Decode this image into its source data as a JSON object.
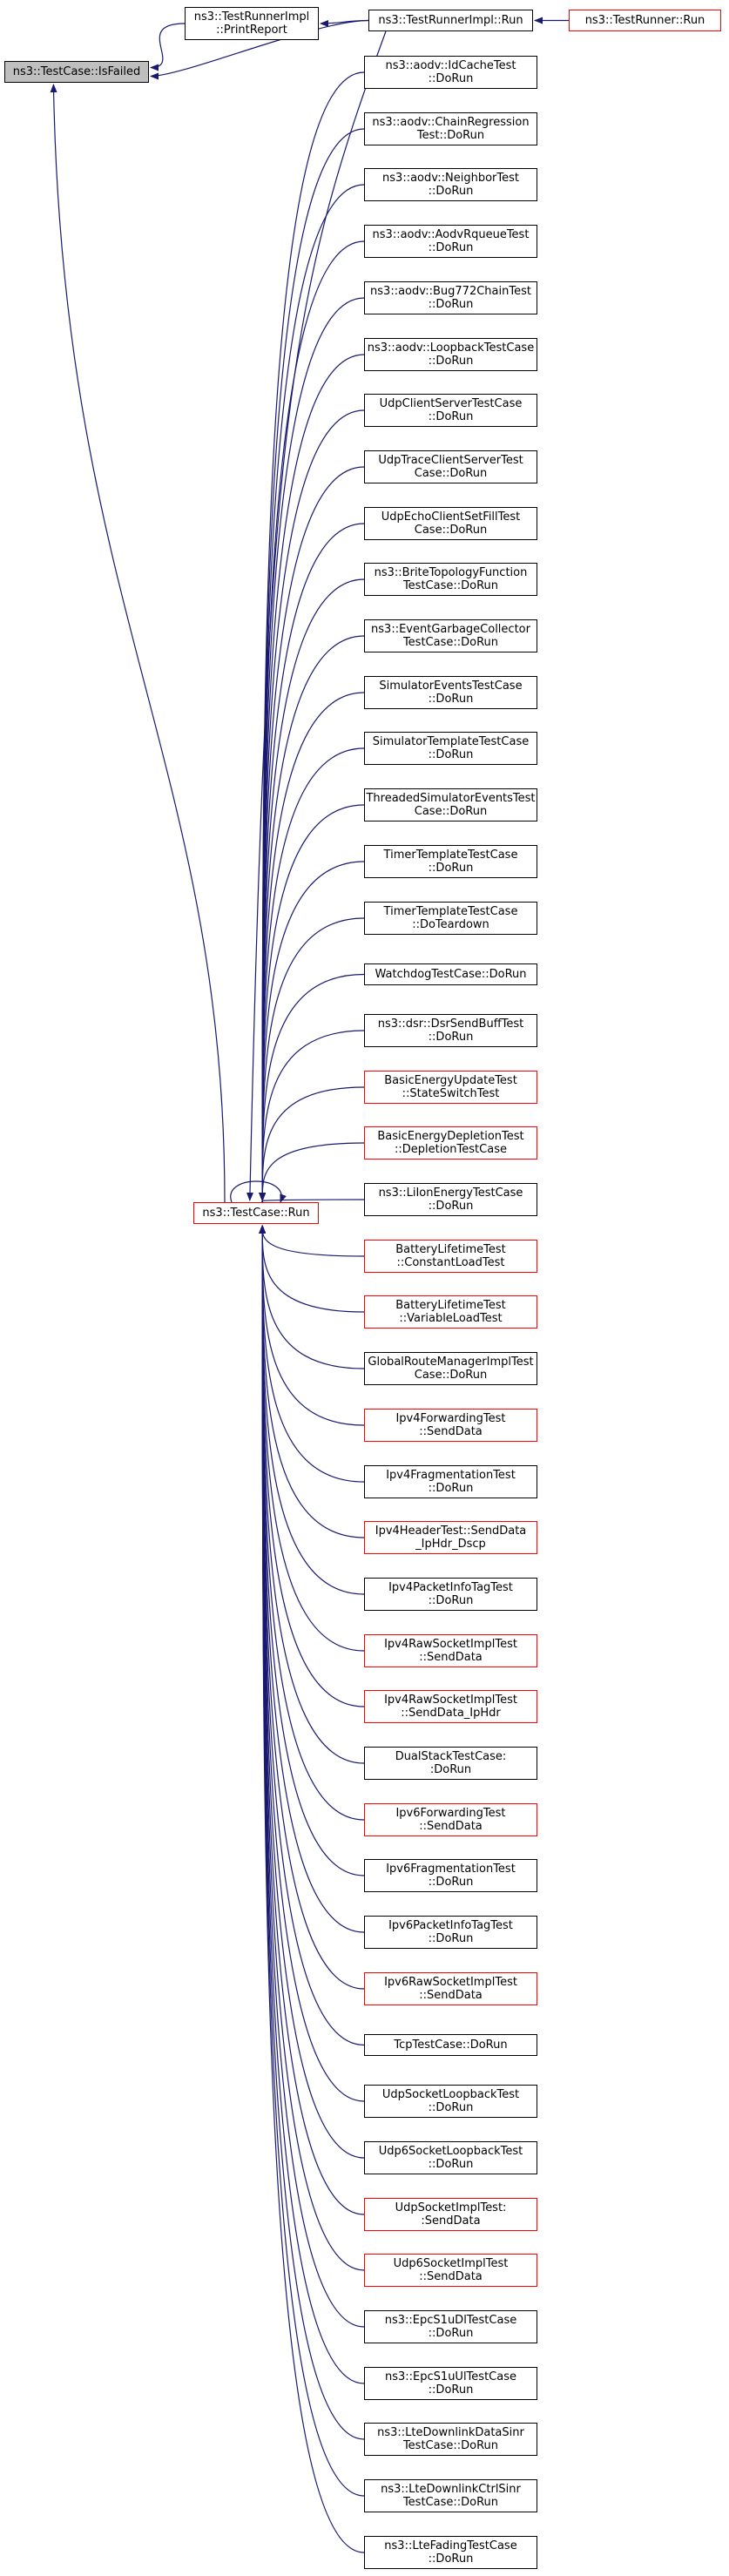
{
  "graph": {
    "edge_color": "#191970",
    "nodes": [
      {
        "id": "is_failed",
        "lines": [
          "ns3::TestCase::IsFailed"
        ],
        "root": true
      },
      {
        "id": "print_report",
        "lines": [
          "ns3::TestRunnerImpl",
          "::PrintReport"
        ]
      },
      {
        "id": "runner_impl_run",
        "lines": [
          "ns3::TestRunnerImpl::Run"
        ]
      },
      {
        "id": "test_runner_run",
        "lines": [
          "ns3::TestRunner::Run"
        ],
        "red": true
      },
      {
        "id": "test_case_run",
        "lines": [
          "ns3::TestCase::Run"
        ],
        "red": true
      },
      {
        "id": "c01",
        "lines": [
          "ns3::aodv::IdCacheTest",
          "::DoRun"
        ]
      },
      {
        "id": "c02",
        "lines": [
          "ns3::aodv::ChainRegression",
          "Test::DoRun"
        ]
      },
      {
        "id": "c03",
        "lines": [
          "ns3::aodv::NeighborTest",
          "::DoRun"
        ]
      },
      {
        "id": "c04",
        "lines": [
          "ns3::aodv::AodvRqueueTest",
          "::DoRun"
        ]
      },
      {
        "id": "c05",
        "lines": [
          "ns3::aodv::Bug772ChainTest",
          "::DoRun"
        ]
      },
      {
        "id": "c06",
        "lines": [
          "ns3::aodv::LoopbackTestCase",
          "::DoRun"
        ]
      },
      {
        "id": "c07",
        "lines": [
          "UdpClientServerTestCase",
          "::DoRun"
        ]
      },
      {
        "id": "c08",
        "lines": [
          "UdpTraceClientServerTest",
          "Case::DoRun"
        ]
      },
      {
        "id": "c09",
        "lines": [
          "UdpEchoClientSetFillTest",
          "Case::DoRun"
        ]
      },
      {
        "id": "c10",
        "lines": [
          "ns3::BriteTopologyFunction",
          "TestCase::DoRun"
        ]
      },
      {
        "id": "c11",
        "lines": [
          "ns3::EventGarbageCollector",
          "TestCase::DoRun"
        ]
      },
      {
        "id": "c12",
        "lines": [
          "SimulatorEventsTestCase",
          "::DoRun"
        ]
      },
      {
        "id": "c13",
        "lines": [
          "SimulatorTemplateTestCase",
          "::DoRun"
        ]
      },
      {
        "id": "c14",
        "lines": [
          "ThreadedSimulatorEventsTest",
          "Case::DoRun"
        ]
      },
      {
        "id": "c15",
        "lines": [
          "TimerTemplateTestCase",
          "::DoRun"
        ]
      },
      {
        "id": "c16",
        "lines": [
          "TimerTemplateTestCase",
          "::DoTeardown"
        ]
      },
      {
        "id": "c17",
        "lines": [
          "WatchdogTestCase::DoRun"
        ]
      },
      {
        "id": "c18",
        "lines": [
          "ns3::dsr::DsrSendBuffTest",
          "::DoRun"
        ]
      },
      {
        "id": "c19",
        "lines": [
          "BasicEnergyUpdateTest",
          "::StateSwitchTest"
        ],
        "red": true
      },
      {
        "id": "c20",
        "lines": [
          "BasicEnergyDepletionTest",
          "::DepletionTestCase"
        ],
        "red": true
      },
      {
        "id": "c21",
        "lines": [
          "ns3::LiIonEnergyTestCase",
          "::DoRun"
        ]
      },
      {
        "id": "c22",
        "lines": [
          "BatteryLifetimeTest",
          "::ConstantLoadTest"
        ],
        "red": true
      },
      {
        "id": "c23",
        "lines": [
          "BatteryLifetimeTest",
          "::VariableLoadTest"
        ],
        "red": true
      },
      {
        "id": "c24",
        "lines": [
          "GlobalRouteManagerImplTest",
          "Case::DoRun"
        ]
      },
      {
        "id": "c25",
        "lines": [
          "Ipv4ForwardingTest",
          "::SendData"
        ],
        "red": true
      },
      {
        "id": "c26",
        "lines": [
          "Ipv4FragmentationTest",
          "::DoRun"
        ]
      },
      {
        "id": "c27",
        "lines": [
          "Ipv4HeaderTest::SendData",
          "_IpHdr_Dscp"
        ],
        "red": true
      },
      {
        "id": "c28",
        "lines": [
          "Ipv4PacketInfoTagTest",
          "::DoRun"
        ]
      },
      {
        "id": "c29",
        "lines": [
          "Ipv4RawSocketImplTest",
          "::SendData"
        ],
        "red": true
      },
      {
        "id": "c30",
        "lines": [
          "Ipv4RawSocketImplTest",
          "::SendData_IpHdr"
        ],
        "red": true
      },
      {
        "id": "c31",
        "lines": [
          "DualStackTestCase:",
          ":DoRun"
        ]
      },
      {
        "id": "c32",
        "lines": [
          "Ipv6ForwardingTest",
          "::SendData"
        ],
        "red": true
      },
      {
        "id": "c33",
        "lines": [
          "Ipv6FragmentationTest",
          "::DoRun"
        ]
      },
      {
        "id": "c34",
        "lines": [
          "Ipv6PacketInfoTagTest",
          "::DoRun"
        ]
      },
      {
        "id": "c35",
        "lines": [
          "Ipv6RawSocketImplTest",
          "::SendData"
        ],
        "red": true
      },
      {
        "id": "c36",
        "lines": [
          "TcpTestCase::DoRun"
        ]
      },
      {
        "id": "c37",
        "lines": [
          "UdpSocketLoopbackTest",
          "::DoRun"
        ]
      },
      {
        "id": "c38",
        "lines": [
          "Udp6SocketLoopbackTest",
          "::DoRun"
        ]
      },
      {
        "id": "c39",
        "lines": [
          "UdpSocketImplTest:",
          ":SendData"
        ],
        "red": true
      },
      {
        "id": "c40",
        "lines": [
          "Udp6SocketImplTest",
          "::SendData"
        ],
        "red": true
      },
      {
        "id": "c41",
        "lines": [
          "ns3::EpcS1uDlTestCase",
          "::DoRun"
        ]
      },
      {
        "id": "c42",
        "lines": [
          "ns3::EpcS1uUlTestCase",
          "::DoRun"
        ]
      },
      {
        "id": "c43",
        "lines": [
          "ns3::LteDownlinkDataSinr",
          "TestCase::DoRun"
        ]
      },
      {
        "id": "c44",
        "lines": [
          "ns3::LteDownlinkCtrlSinr",
          "TestCase::DoRun"
        ]
      },
      {
        "id": "c45",
        "lines": [
          "ns3::LteFadingTestCase",
          "::DoRun"
        ]
      }
    ],
    "edges": [
      {
        "from": "print_report",
        "to": "is_failed"
      },
      {
        "from": "runner_impl_run",
        "to": "is_failed"
      },
      {
        "from": "runner_impl_run",
        "to": "print_report"
      },
      {
        "from": "test_runner_run",
        "to": "runner_impl_run"
      },
      {
        "from": "test_case_run",
        "to": "is_failed"
      },
      {
        "from": "test_case_run",
        "to": "test_case_run"
      },
      {
        "from": "runner_impl_run",
        "to": "test_case_run"
      },
      {
        "from": "c01",
        "to": "test_case_run"
      },
      {
        "from": "c02",
        "to": "test_case_run"
      },
      {
        "from": "c03",
        "to": "test_case_run"
      },
      {
        "from": "c04",
        "to": "test_case_run"
      },
      {
        "from": "c05",
        "to": "test_case_run"
      },
      {
        "from": "c06",
        "to": "test_case_run"
      },
      {
        "from": "c07",
        "to": "test_case_run"
      },
      {
        "from": "c08",
        "to": "test_case_run"
      },
      {
        "from": "c09",
        "to": "test_case_run"
      },
      {
        "from": "c10",
        "to": "test_case_run"
      },
      {
        "from": "c11",
        "to": "test_case_run"
      },
      {
        "from": "c12",
        "to": "test_case_run"
      },
      {
        "from": "c13",
        "to": "test_case_run"
      },
      {
        "from": "c14",
        "to": "test_case_run"
      },
      {
        "from": "c15",
        "to": "test_case_run"
      },
      {
        "from": "c16",
        "to": "test_case_run"
      },
      {
        "from": "c17",
        "to": "test_case_run"
      },
      {
        "from": "c18",
        "to": "test_case_run"
      },
      {
        "from": "c19",
        "to": "test_case_run"
      },
      {
        "from": "c20",
        "to": "test_case_run"
      },
      {
        "from": "c21",
        "to": "test_case_run"
      },
      {
        "from": "c22",
        "to": "test_case_run"
      },
      {
        "from": "c23",
        "to": "test_case_run"
      },
      {
        "from": "c24",
        "to": "test_case_run"
      },
      {
        "from": "c25",
        "to": "test_case_run"
      },
      {
        "from": "c26",
        "to": "test_case_run"
      },
      {
        "from": "c27",
        "to": "test_case_run"
      },
      {
        "from": "c28",
        "to": "test_case_run"
      },
      {
        "from": "c29",
        "to": "test_case_run"
      },
      {
        "from": "c30",
        "to": "test_case_run"
      },
      {
        "from": "c31",
        "to": "test_case_run"
      },
      {
        "from": "c32",
        "to": "test_case_run"
      },
      {
        "from": "c33",
        "to": "test_case_run"
      },
      {
        "from": "c34",
        "to": "test_case_run"
      },
      {
        "from": "c35",
        "to": "test_case_run"
      },
      {
        "from": "c36",
        "to": "test_case_run"
      },
      {
        "from": "c37",
        "to": "test_case_run"
      },
      {
        "from": "c38",
        "to": "test_case_run"
      },
      {
        "from": "c39",
        "to": "test_case_run"
      },
      {
        "from": "c40",
        "to": "test_case_run"
      },
      {
        "from": "c41",
        "to": "test_case_run"
      },
      {
        "from": "c42",
        "to": "test_case_run"
      },
      {
        "from": "c43",
        "to": "test_case_run"
      },
      {
        "from": "c44",
        "to": "test_case_run"
      },
      {
        "from": "c45",
        "to": "test_case_run"
      }
    ]
  }
}
